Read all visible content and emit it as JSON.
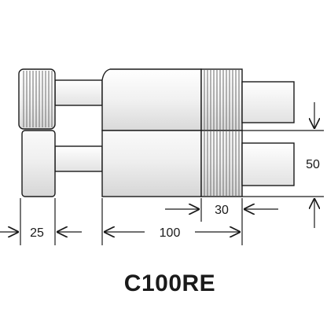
{
  "drawing": {
    "model_label": "C100RE",
    "dimensions": {
      "left_width": "25",
      "main_length": "100",
      "thread_length": "30",
      "height": "50"
    },
    "colors": {
      "fill_light": "#f4f4f4",
      "fill_dark": "#d8d8d8",
      "outline": "#1a1a1a"
    }
  }
}
